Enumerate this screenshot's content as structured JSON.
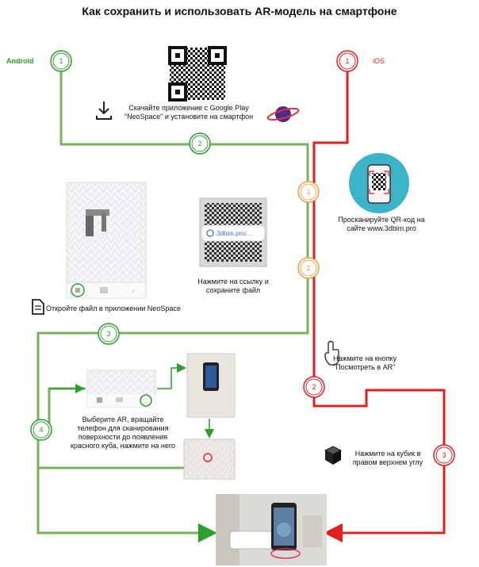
{
  "title": "Как сохранить и использовать AR-модель на смартфоне",
  "android_label": "Android",
  "ios_label": "iOS",
  "colors": {
    "android": "#7ab35a",
    "android_dark": "#2e9e2e",
    "ios": "#e02020",
    "ios_sub": "#f0a040"
  },
  "steps": {
    "download": "Скачайте приложение с Google Play \"NeoSpace\" и установите на смартфон",
    "save_link": "Нажмите на ссылку и сохраните файл",
    "link_text": "3dbim.pro/...",
    "open_file": "Откройте файл в приложении NeoSpace",
    "choose_ar": "Выберите AR, вращайте телефон для сканирования поверхности до появления красного куба, нажмите на него",
    "scan_qr": "Просканируйте QR-код на сайте www.3dbim.pro",
    "press_button": "Нажмите на кнопку \"Посмотреть в AR\"",
    "press_cube": "Нажмите на кубик в правом верхнем углу"
  },
  "badges": {
    "android_1": "1",
    "android_2": "2",
    "android_3": "3",
    "android_4": "4",
    "ios_1": "1",
    "ios_sub_1": "1",
    "ios_sub_2": "2",
    "ios_2": "2",
    "ios_3": "3"
  },
  "icons": [
    "qr-code-icon",
    "download-icon",
    "planet-logo-icon",
    "document-icon",
    "hand-pointer-icon",
    "cube-icon",
    "phone-qr-icon"
  ]
}
